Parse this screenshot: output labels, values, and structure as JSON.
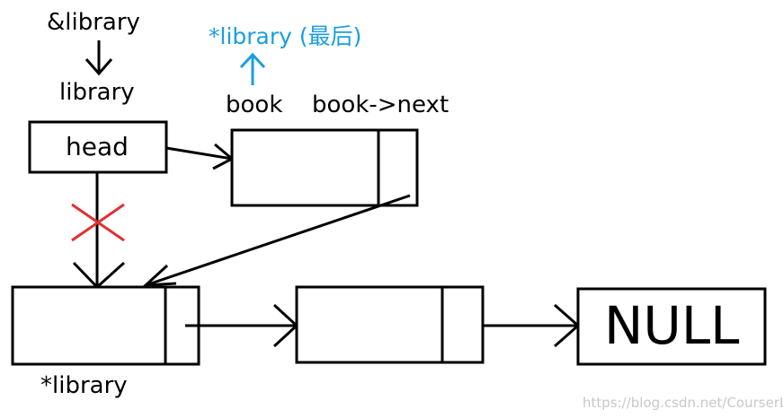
{
  "labels": {
    "amp_library": "&library",
    "library": "library",
    "head": "head",
    "library_last": "*library (最后)",
    "book": "book",
    "book_next": "book->next",
    "star_library": "*library",
    "null": "NULL"
  },
  "watermark": "https://blog.csdn.net/CourserLi",
  "colors": {
    "line": "#000000",
    "cross": "#e03030",
    "blue_text": "#1a9ee0"
  }
}
